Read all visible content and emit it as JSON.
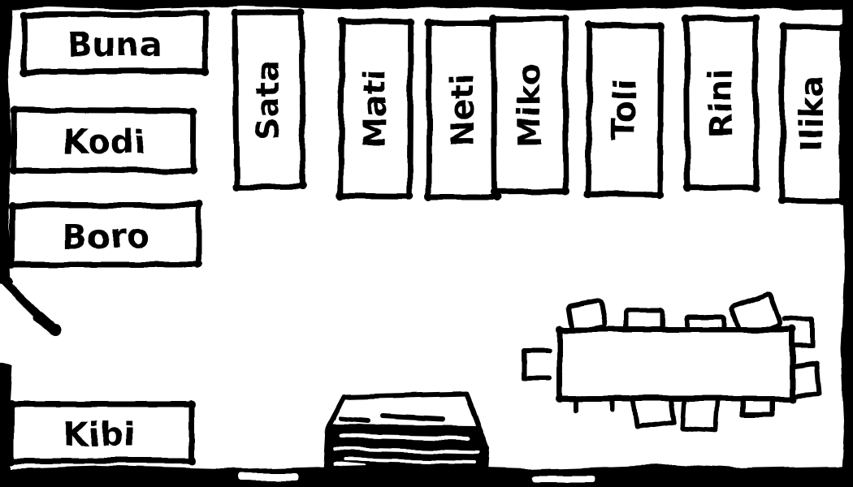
{
  "room_map": {
    "background_color": "#ffffff",
    "ink_color": "#000000",
    "desks": [
      {
        "label": "Buna",
        "orientation": "horizontal"
      },
      {
        "label": "Kodi",
        "orientation": "horizontal"
      },
      {
        "label": "Boro",
        "orientation": "horizontal"
      },
      {
        "label": "Kibi",
        "orientation": "horizontal"
      },
      {
        "label": "Sata",
        "orientation": "vertical"
      },
      {
        "label": "Mati",
        "orientation": "vertical"
      },
      {
        "label": "Neti",
        "orientation": "vertical"
      },
      {
        "label": "Miko",
        "orientation": "vertical"
      },
      {
        "label": "Toli",
        "orientation": "vertical"
      },
      {
        "label": "Rini",
        "orientation": "vertical"
      },
      {
        "label": "Ilika",
        "orientation": "vertical"
      }
    ],
    "furniture": {
      "table": {
        "name": "rectangular-table",
        "chair_count": 11
      },
      "scribbled_object": {
        "name": "filled-scribble-furniture"
      },
      "door": {
        "name": "door-swing",
        "wall": "left"
      }
    }
  }
}
